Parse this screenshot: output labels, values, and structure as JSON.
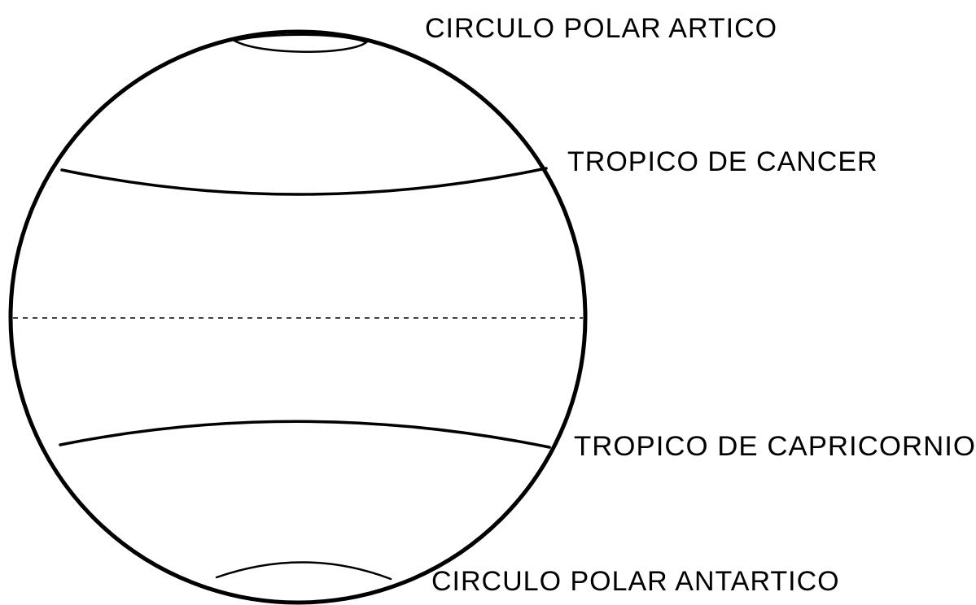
{
  "labels": {
    "arctic_circle": "CIRCULO POLAR ARTICO",
    "tropic_cancer": "TROPICO DE CANCER",
    "tropic_capricorn": "TROPICO DE CAPRICORNIO",
    "antarctic_circle": "CIRCULO POLAR ANTARTICO"
  }
}
